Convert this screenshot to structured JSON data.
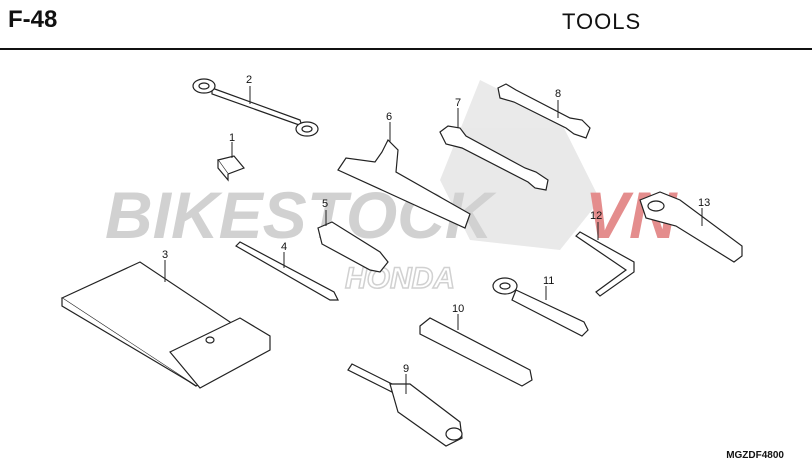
{
  "header": {
    "page_code": "F-48",
    "title": "TOOLS"
  },
  "watermark": {
    "text_left": "BIKESTOCK",
    "text_right": "VN",
    "brand": "HONDA"
  },
  "callouts": [
    {
      "id": "1",
      "label": "1"
    },
    {
      "id": "2",
      "label": "2"
    },
    {
      "id": "3",
      "label": "3"
    },
    {
      "id": "4",
      "label": "4"
    },
    {
      "id": "5",
      "label": "5"
    },
    {
      "id": "6",
      "label": "6"
    },
    {
      "id": "7",
      "label": "7"
    },
    {
      "id": "8",
      "label": "8"
    },
    {
      "id": "9",
      "label": "9"
    },
    {
      "id": "10",
      "label": "10"
    },
    {
      "id": "11",
      "label": "11"
    },
    {
      "id": "12",
      "label": "12"
    },
    {
      "id": "13",
      "label": "13"
    }
  ],
  "footer": {
    "diagram_code": "MGZDF4800"
  },
  "colors": {
    "watermark_gray": "#c9c9c9",
    "watermark_red": "#e07a7a",
    "line": "#222222"
  }
}
